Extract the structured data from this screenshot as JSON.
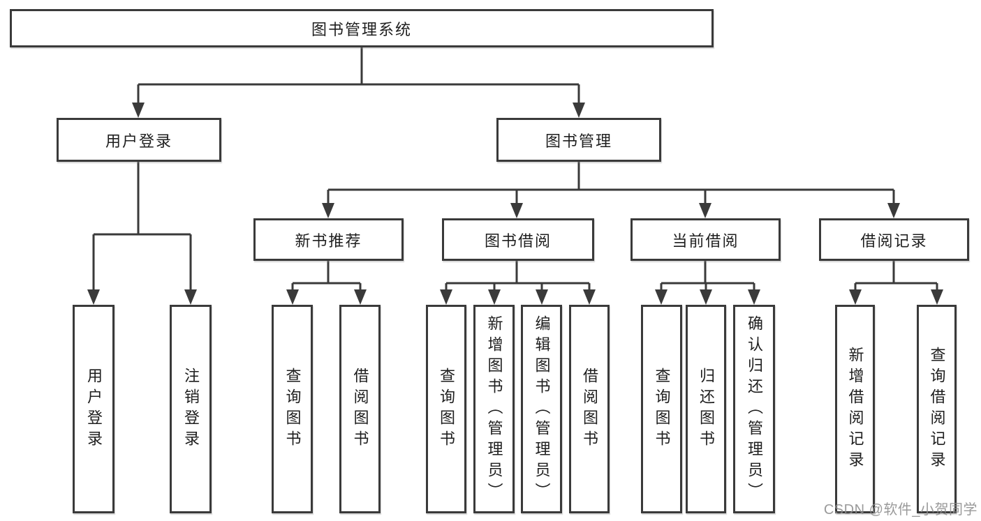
{
  "diagram": {
    "root_label": "图书管理系统",
    "user_login": {
      "label": "用户登录",
      "children": [
        "用户登录",
        "注销登录"
      ]
    },
    "book_management": {
      "label": "图书管理",
      "sections": [
        {
          "label": "新书推荐",
          "children": [
            "查询图书",
            "借阅图书"
          ]
        },
        {
          "label": "图书借阅",
          "children": [
            "查询图书",
            "新增图书（管理员）",
            "编辑图书（管理员）",
            "借阅图书"
          ]
        },
        {
          "label": "当前借阅",
          "children": [
            "查询图书",
            "归还图书",
            "确认归还（管理员）"
          ]
        },
        {
          "label": "借阅记录",
          "children": [
            "新增借阅记录",
            "查询借阅记录"
          ]
        }
      ]
    }
  },
  "watermark": "CSDN @软件_小贺同学",
  "colors": {
    "line": "#3a3a3a",
    "box_border": "#3a3a3a",
    "text": "#1e1e1e",
    "watermark": "#9b9b9b",
    "background": "#ffffff"
  }
}
